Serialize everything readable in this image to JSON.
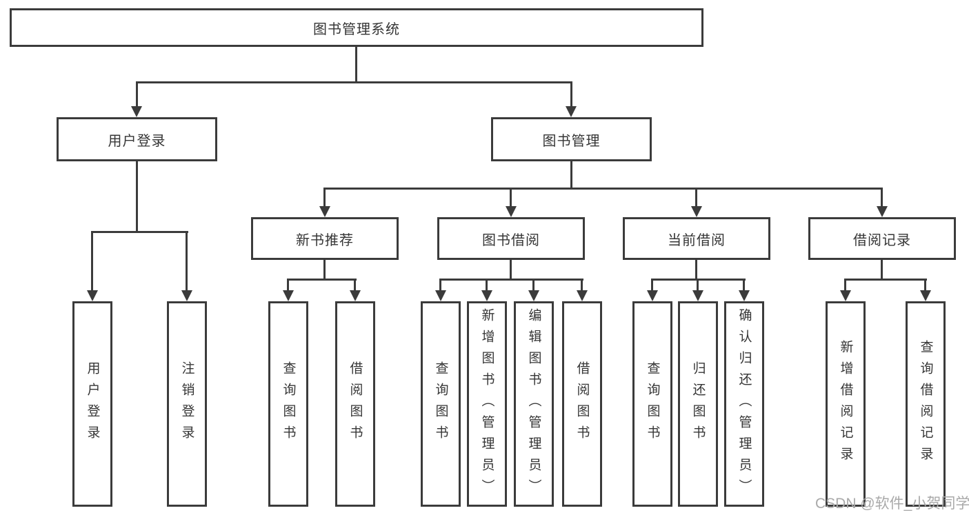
{
  "tree": {
    "root": "图书管理系统",
    "branches": [
      {
        "label": "用户登录",
        "children": [
          "用户登录",
          "注销登录"
        ]
      },
      {
        "label": "图书管理",
        "groups": [
          {
            "label": "新书推荐",
            "children": [
              "查询图书",
              "借阅图书"
            ]
          },
          {
            "label": "图书借阅",
            "children": [
              "查询图书",
              "新增图书（管理员）",
              "编辑图书（管理员）",
              "借阅图书"
            ]
          },
          {
            "label": "当前借阅",
            "children": [
              "查询图书",
              "归还图书",
              "确认归还（管理员）"
            ]
          },
          {
            "label": "借阅记录",
            "children": [
              "新增借阅记录",
              "查询借阅记录"
            ]
          }
        ]
      }
    ]
  },
  "watermark": "CSDN @软件_小贺同学",
  "colors": {
    "line": "#3b3b3b",
    "text": "#353535",
    "background": "#ffffff",
    "watermark": "#a9a9a9"
  }
}
